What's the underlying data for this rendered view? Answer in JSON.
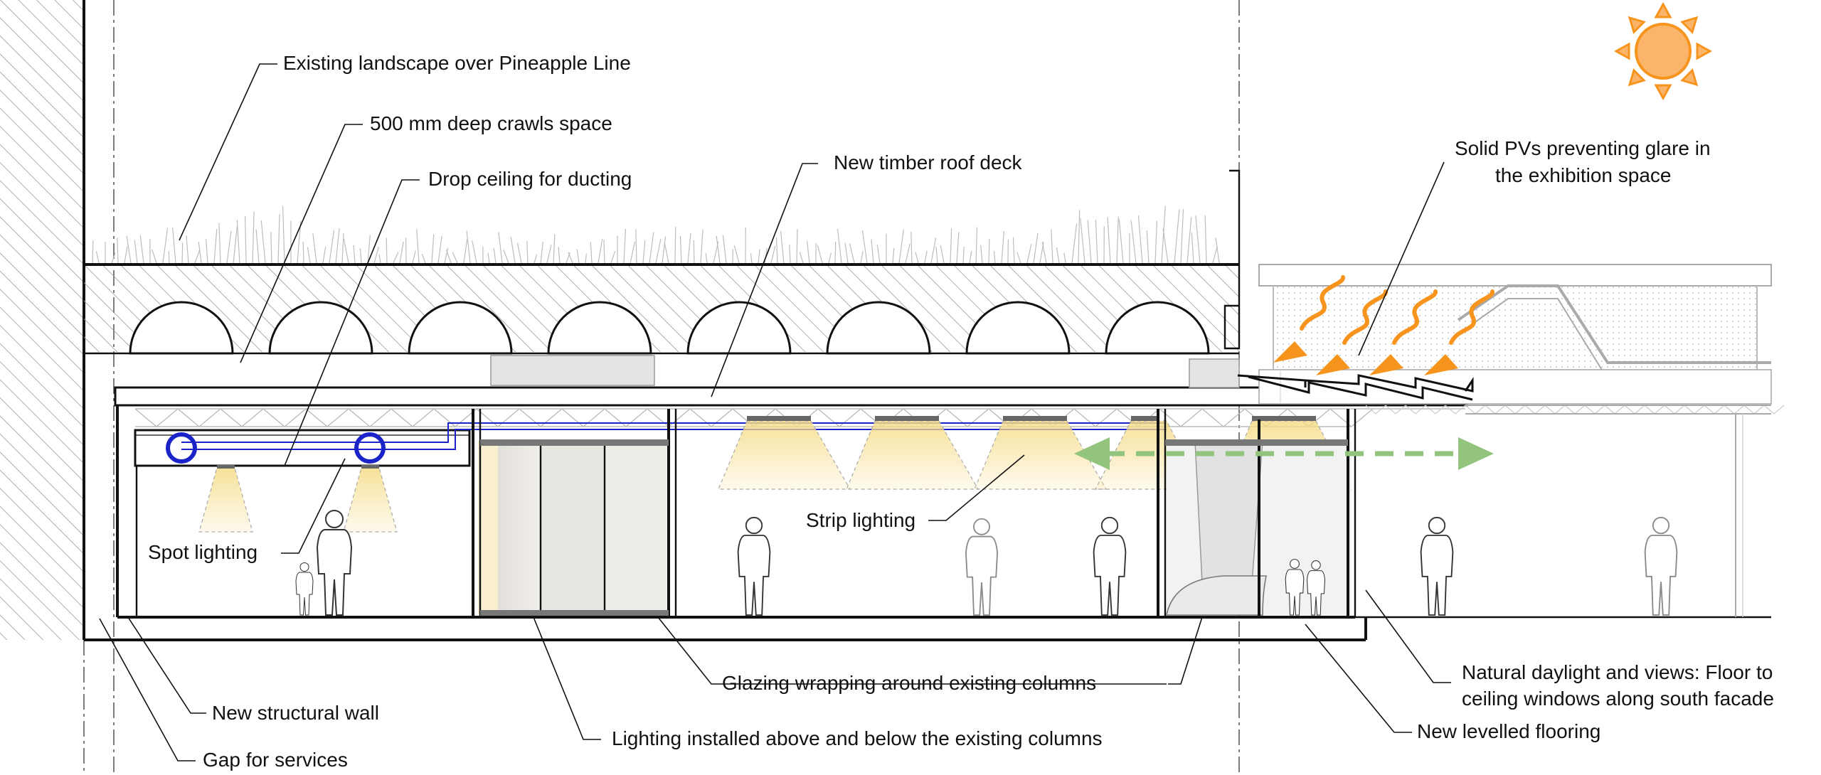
{
  "diagram": {
    "title": "Section through exhibition space under Pineapple Line",
    "labels": {
      "existing_landscape": "Existing landscape over Pineapple Line",
      "crawl_space": "500 mm deep crawls space",
      "drop_ceiling": "Drop ceiling for ducting",
      "timber_roof": "New timber roof deck",
      "solid_pv_line1": "Solid PVs preventing glare in",
      "solid_pv_line2": "the exhibition space",
      "strip_lighting": "Strip lighting",
      "spot_lighting": "Spot lighting",
      "structural_wall": "New structural wall",
      "gap_services": "Gap for services",
      "glazing": "Glazing wrapping around existing columns",
      "lighting_columns": "Lighting installed above and below the existing columns",
      "daylight_line1": "Natural daylight and views: Floor to",
      "daylight_line2": "ceiling windows along south facade",
      "levelled_flooring": "New levelled flooring"
    },
    "icons": [
      "sun-icon",
      "sunlight-arrow-icon",
      "ventilation-arrow-icon",
      "duct-icon"
    ],
    "colors": {
      "sun": "#f7941d",
      "sun_fill": "#fbb56b",
      "light_cone": "#f5dc88",
      "duct": "#1a23c8",
      "ventilation_arrow": "#92c47d",
      "hatch": "#9a9a9a",
      "line": "#111111"
    }
  }
}
